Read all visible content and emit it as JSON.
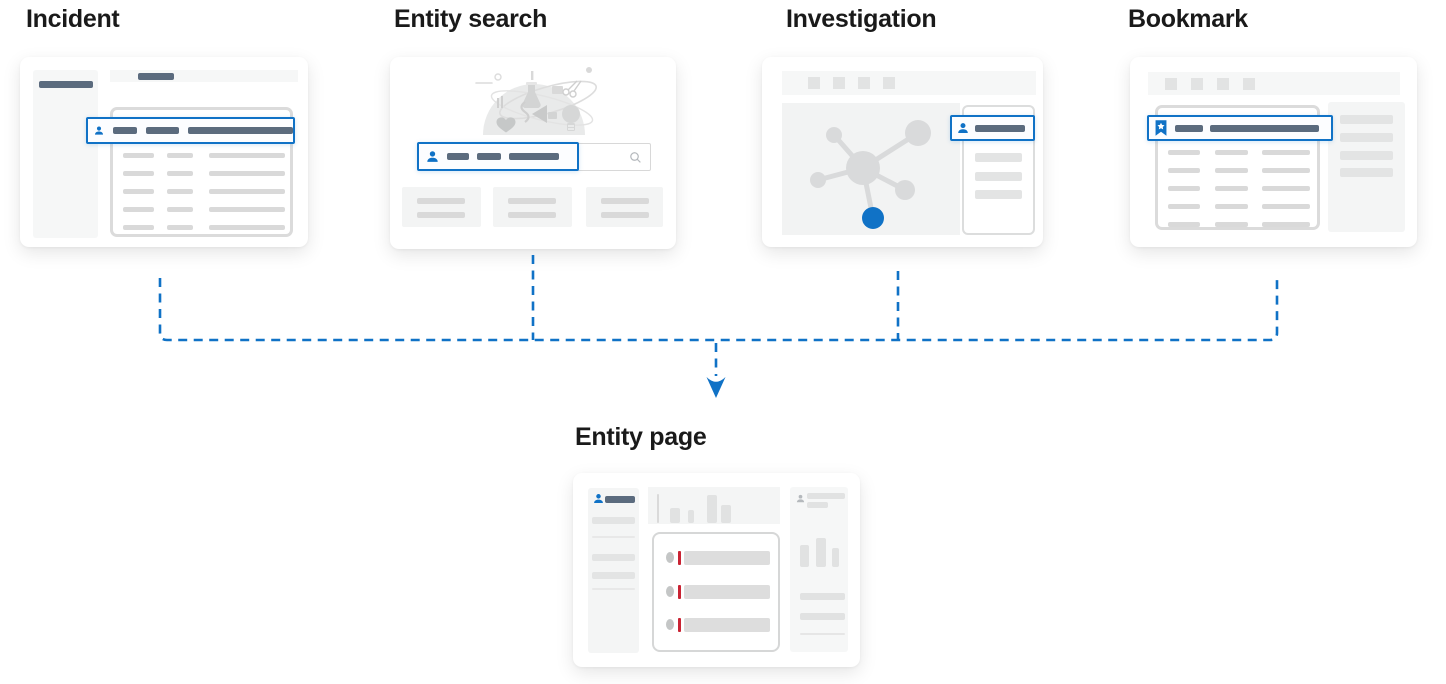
{
  "cards": {
    "incident": {
      "title": "Incident"
    },
    "entity_search": {
      "title": "Entity search"
    },
    "investigation": {
      "title": "Investigation"
    },
    "bookmark": {
      "title": "Bookmark"
    },
    "entity_page": {
      "title": "Entity page"
    }
  },
  "icons": {
    "person": "👤",
    "bookmark": "🔖",
    "search": "🔍",
    "arrow_down": "▼"
  },
  "colors": {
    "accent_blue": "#1072c6",
    "slate_bar": "#5b6b7e",
    "placeholder_bar": "#d9d9d9",
    "card_border": "#dbdbdb",
    "alert_red": "#c92333",
    "title_text": "#1a1a1a"
  }
}
